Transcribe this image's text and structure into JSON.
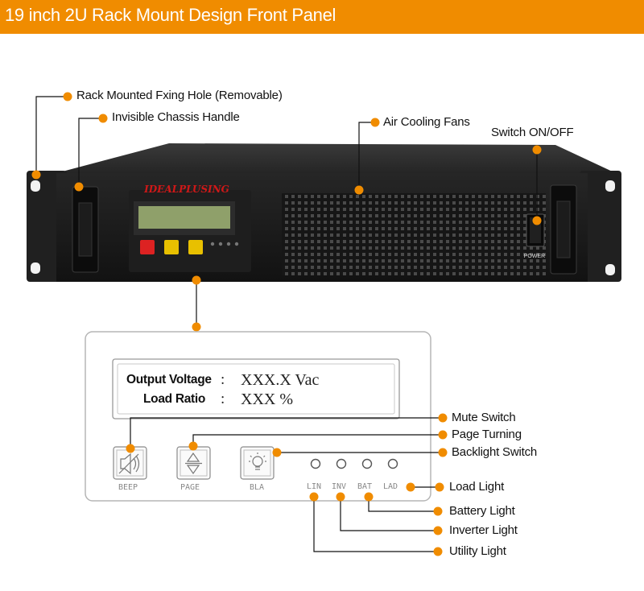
{
  "header": {
    "title": "19 inch 2U Rack Mount Design Front Panel"
  },
  "callouts": {
    "rack_hole": "Rack Mounted Fxing Hole (Removable)",
    "handle": "Invisible Chassis Handle",
    "fans": "Air Cooling Fans",
    "switch": "Switch ON/OFF",
    "mute": "Mute Switch",
    "page_turning": "Page Turning",
    "backlight": "Backlight Switch",
    "load_light": "Load Light",
    "battery_light": "Battery Light",
    "inverter_light": "Inverter Light",
    "utility_light": "Utility Light"
  },
  "device": {
    "brand": "IDEALPLUSING",
    "power_label": "POWER"
  },
  "display": {
    "row1_label": "Output Voltage",
    "row1_sep": ":",
    "row1_value": "XXX.X Vac",
    "row2_label": "Load Ratio",
    "row2_sep": ":",
    "row2_value": "XXX %"
  },
  "buttons": {
    "beep": "BEEP",
    "page": "PAGE",
    "bla": "BLA"
  },
  "leds": {
    "lin": "LIN",
    "inv": "INV",
    "bat": "BAT",
    "lad": "LAD"
  },
  "colors": {
    "accent": "#f08c00",
    "chassis": "#1b1b1b",
    "lcd": "#8fa06a",
    "brand": "#d01818"
  }
}
